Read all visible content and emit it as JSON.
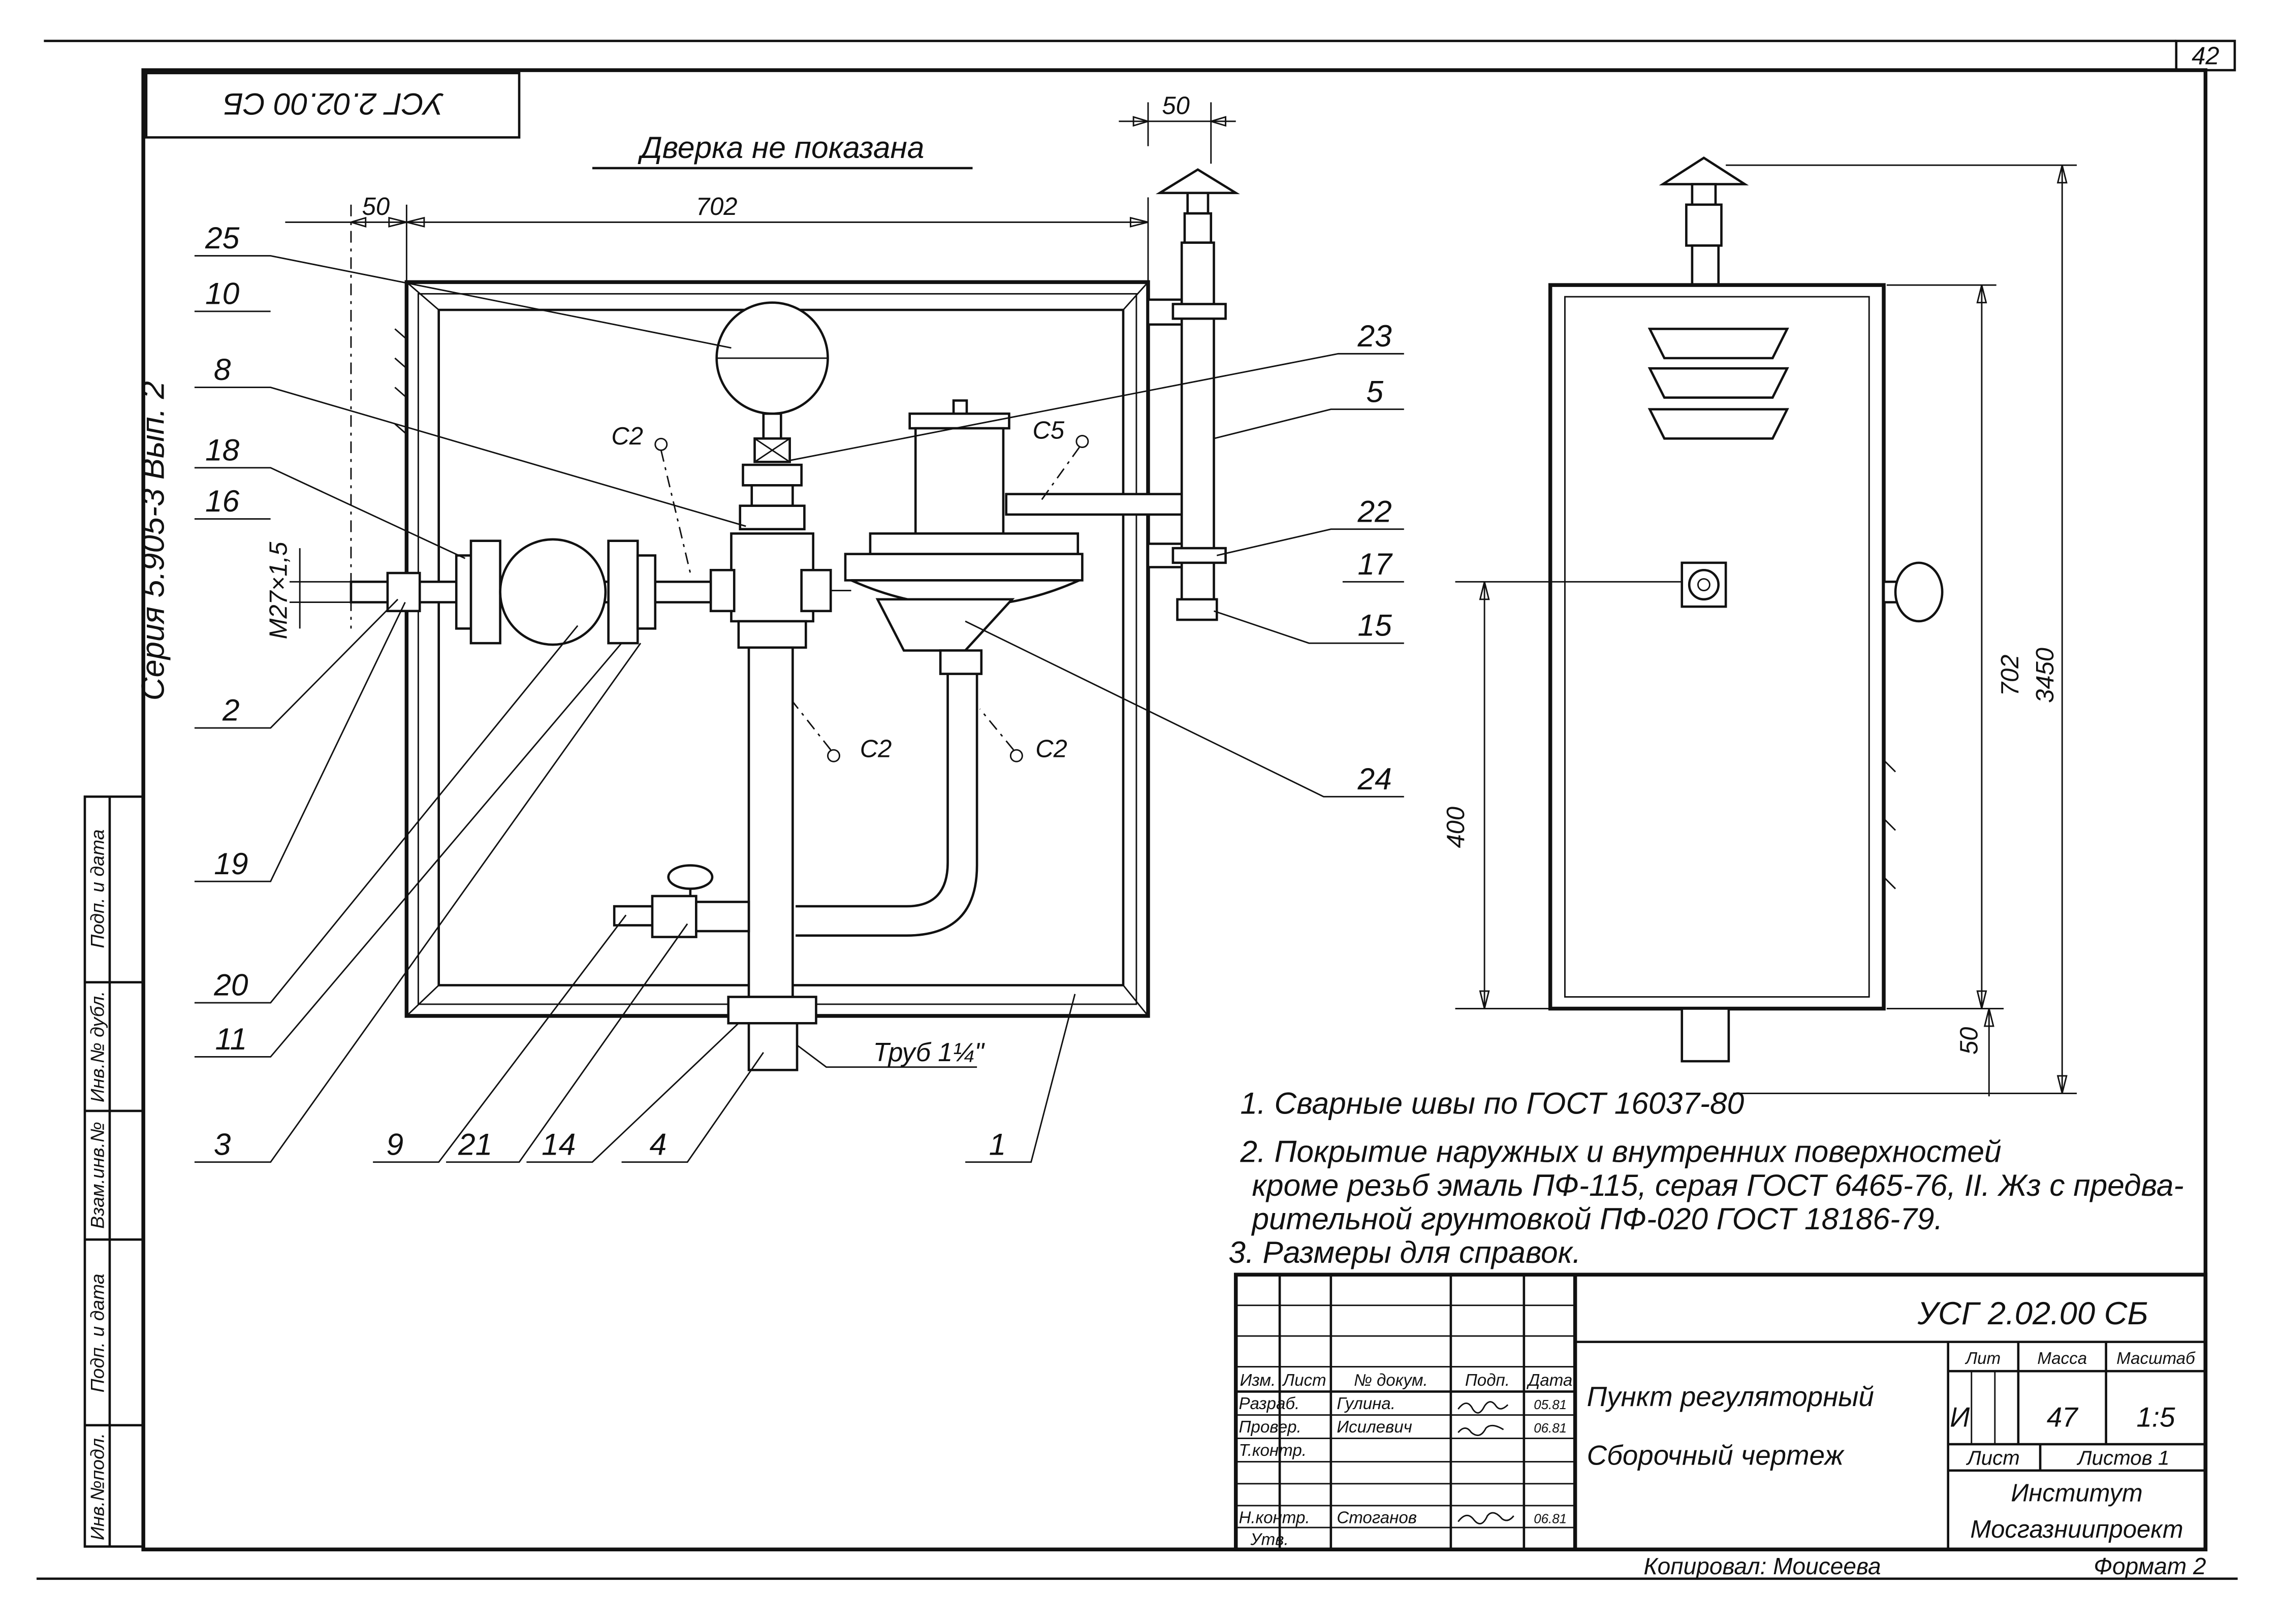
{
  "page_number": "42",
  "stamp_top": "УСГ 2.02.00 СБ",
  "series": "Серия 5.905-3 Вып. 2",
  "door_note": "Дверка не показана",
  "side_strip": [
    "Подп. и дата",
    "Инв.№ дубл.",
    "Взам.инв.№",
    "Подп. и дата",
    "Инв.№подл."
  ],
  "dimensions": {
    "top_702": "702",
    "top_50": "50",
    "right_50": "50",
    "thread": "М27×1,5",
    "side_702": "702",
    "side_3450": "3450",
    "side_400": "400",
    "side_50": "50"
  },
  "callouts": {
    "c25": "25",
    "c10": "10",
    "c8": "8",
    "c18": "18",
    "c16": "16",
    "c2": "2",
    "c19": "19",
    "c20": "20",
    "c11": "11",
    "c3": "3",
    "c9": "9",
    "c21": "21",
    "c14": "14",
    "c4": "4",
    "c1": "1",
    "c23": "23",
    "c5": "5",
    "c22": "22",
    "c17": "17",
    "c15": "15",
    "c24": "24"
  },
  "weld_marks": [
    "С2",
    "С5",
    "С2",
    "С2"
  ],
  "pipe_label": "Труб 1¼\"",
  "notes": [
    "1. Сварные швы по ГОСТ 16037-80",
    "2. Покрытие наружных и внутренних поверхностей",
    "кроме резьб эмаль ПФ-115, серая ГОСТ 6465-76, II. Жз с предва-",
    "рительной грунтовкой ПФ-020 ГОСТ 18186-79.",
    "3. Размеры для справок."
  ],
  "title_block": {
    "doc_number": "УСГ 2.02.00 СБ",
    "title_line1": "Пункт регуляторный",
    "title_line2": "Сборочный чертеж",
    "headers": {
      "izm": "Изм.",
      "list": "Лист",
      "doc": "№ докум.",
      "sign": "Подп.",
      "date": "Дата"
    },
    "rows": [
      {
        "role": "Разраб.",
        "name": "Гулина.",
        "date": "05.81"
      },
      {
        "role": "Провер.",
        "name": "Исилевич",
        "date": "06.81"
      },
      {
        "role": "Т.контр.",
        "name": "",
        "date": ""
      },
      {
        "role": "Н.контр.",
        "name": "Стоганов",
        "date": "06.81"
      },
      {
        "role": "Утв.",
        "name": "",
        "date": ""
      }
    ],
    "lit_label": "Лит",
    "mass_label": "Масса",
    "scale_label": "Масштаб",
    "lit_value": "И",
    "mass_value": "47",
    "scale_value": "1:5",
    "sheet_label": "Лист",
    "sheets_label": "Листов 1",
    "org_line1": "Институт",
    "org_line2": "Мосгазниипроект"
  },
  "footer": {
    "copied": "Копировал: Моисеева",
    "format": "Формат 2"
  }
}
